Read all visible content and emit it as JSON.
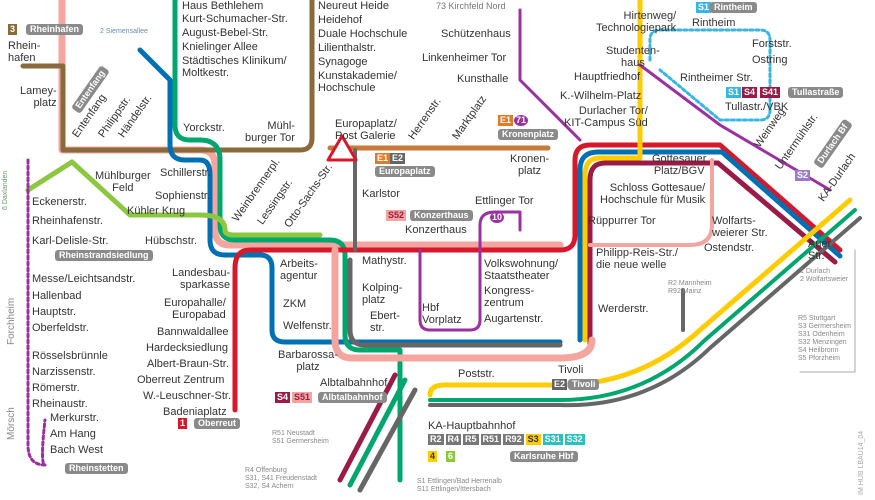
{
  "colors": {
    "line1": "#d7182a",
    "line2": "#0070b4",
    "line3": "#8a6a3a",
    "line4": "#ffcc00",
    "line5": "#00a76d",
    "line6": "#8dc63f",
    "s_pink": "#f4a5a0",
    "purple": "#9b30a0",
    "cyan": "#35b6e5",
    "grey": "#666666",
    "maroon": "#9a1b45"
  },
  "stations": [
    "Haus Bethlehem",
    "Kurt-Schumacher-Str.",
    "August-Bebel-Str.",
    "Knielinger Allee",
    "Städtisches Klinikum/\nMoltkestr.",
    "Neureut Heide",
    "Heidehof",
    "Duale Hochschule",
    "Lilienthalstr.",
    "Synagoge",
    "Kunstakademie/\nHochschule",
    "Rhein-\nhafen",
    "Lamey-\nplatz",
    "Entenfang",
    "Philippstr.",
    "Händelstr.",
    "Yorckstr.",
    "Mühl-\nburger Tor",
    "Mühlburger\nFeld",
    "Schillerstr.",
    "Sophienstr.",
    "Kühler Krug",
    "Hübschstr.",
    "Eckenerstr.",
    "Rheinhafenstr.",
    "Karl-Delisle-Str.",
    "Messe/Leichtsandstr.",
    "Hallenbad",
    "Hauptstr.",
    "Oberfeldstr.",
    "Rösselsbrünnle",
    "Narzissenstr.",
    "Römerstr.",
    "Rheinaustr.",
    "Merkurstr.",
    "Am Hang",
    "Bach West",
    "Weinbrennerpl.",
    "Lessingstr.",
    "Otto-Sachs-Str.",
    "Europaplatz/\nPost Galerie",
    "Herrenstr.",
    "Marktplatz",
    "Kronen-\nplatz",
    "Karlstor",
    "Konzerthaus",
    "Ettlinger Tor",
    "Schützenhaus",
    "Linkenheimer Tor",
    "Kunsthalle",
    "Hirtenweg/\nTechnologiepark",
    "Studenten-\nhaus",
    "Hauptfriedhof",
    "K.-Wilhelm-Platz",
    "Durlacher Tor/\nKIT-Campus Süd",
    "Rintheim",
    "Forststr.",
    "Ostring",
    "Rintheimer Str.",
    "Tullastr./VBK",
    "Weinweg",
    "Untermühlstr.",
    "KA-Durlach",
    "Gottesauer\nPlatz/BGV",
    "Schloss Gottesaue/\nHochschule für Musik",
    "Rüppurrer Tor",
    "Wolfarts-\nweierer Str.",
    "Philipp-Reis-Str./\ndie neue welle",
    "Ostendstr.",
    "Auer\nStr.",
    "Werderstr.",
    "Volkswohnung/\nStaatstheater",
    "Kongress-\nzentrum",
    "Augartenstr.",
    "Hbf\nVorplatz",
    "Mathystr.",
    "Kolping-\nplatz",
    "Ebert-\nstr.",
    "Arbeits-\nagentur",
    "ZKM",
    "Welfenstr.",
    "Barbarossa-\nplatz",
    "Albtalbahnhof",
    "Poststr.",
    "Tivoli",
    "KA-Hauptbahnhof",
    "Landesbau-\nsparkasse",
    "Europahalle/\nEuropabad",
    "Bannwaldallee",
    "Hardecksiedlung",
    "Albert-Braun-Str.",
    "Oberreut Zentrum",
    "W.-Leuschner-Str.",
    "Badeniaplatz"
  ],
  "areas": [
    "Forchheim",
    "Mörsch"
  ],
  "badges": {
    "rheinhafen": "Rheinhafen",
    "entenfang": "Entenfang",
    "rheinstrandsiedlung": "Rheinstrandsiedlung",
    "rheinstetten": "Rheinstetten",
    "europaplatz": "Europaplatz",
    "kronenplatz": "Kronenplatz",
    "konzerthaus": "Konzerthaus",
    "rintheim": "Rintheim",
    "tullastrasse": "Tullastraße",
    "durlach": "Durlach Bf",
    "albtalbahnhof": "Albtalbahnhof",
    "tivoli": "Tivoli",
    "oberreut": "Oberreut",
    "hbf": "Karlsruhe Hbf"
  },
  "line_numbers": {
    "l3": "3",
    "e1a": "E1",
    "e2a": "E2",
    "e1b": "E1",
    "n71": "71",
    "s52": "S52",
    "n10": "10",
    "s1a": "S1",
    "s1b": "S1",
    "s4": "S4",
    "s41": "S41",
    "s2": "S2",
    "s4b": "S4",
    "s51": "S51",
    "e2b": "E2",
    "l1": "1",
    "hbf": [
      "R2",
      "R4",
      "R5",
      "R51",
      "R92",
      "S3",
      "S31",
      "S32"
    ],
    "l4": "4",
    "l6": "6"
  },
  "destinations": {
    "siemensallee": "2 Siemensallee",
    "daxlanden": "6 Daxlanden",
    "kirchfeld": "73 Kirchfeld Nord",
    "durlach": "1 Durlach\n2 Wolfartsweier",
    "mannheim": "R2 Mannheim\nR92 Mainz",
    "stuttgart": "R5 Stuttgart\nS3 Germersheim\nS31 Odenheim\nS32 Menzingen\nS4 Heilbronn\nS5 Pforzheim",
    "neustadt": "R51 Neustadt\nS51 Germersheim",
    "offenburg": "R4 Offenburg\nS31, S41 Freudenstadt\nS32, S4 Achern",
    "ettlingen": "S1 Ettlingen/Bad Herrenalb\nS11 Ettlingen/Ittersbach"
  },
  "footer_code": "IM HUB LBAU14_04"
}
